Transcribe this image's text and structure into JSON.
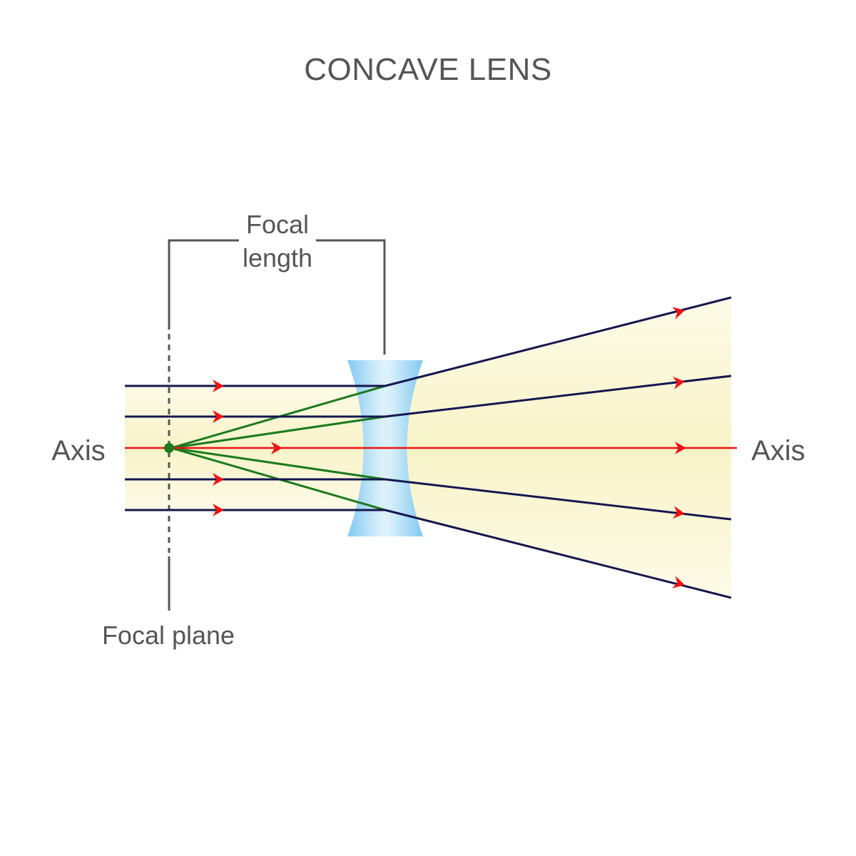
{
  "title": "CONCAVE LENS",
  "labels": {
    "focal_length_line1": "Focal",
    "focal_length_line2": "length",
    "axis_left": "Axis",
    "axis_right": "Axis",
    "focal_plane": "Focal plane"
  },
  "colors": {
    "incident_ray": "#14174f",
    "axis_ray": "#ee1111",
    "virtual_ray": "#1d7a1d",
    "arrow": "#ee1111",
    "lens": "#8fd0f3",
    "light_beam": "#fbf8d8",
    "bracket": "#555555",
    "text": "#555555"
  }
}
